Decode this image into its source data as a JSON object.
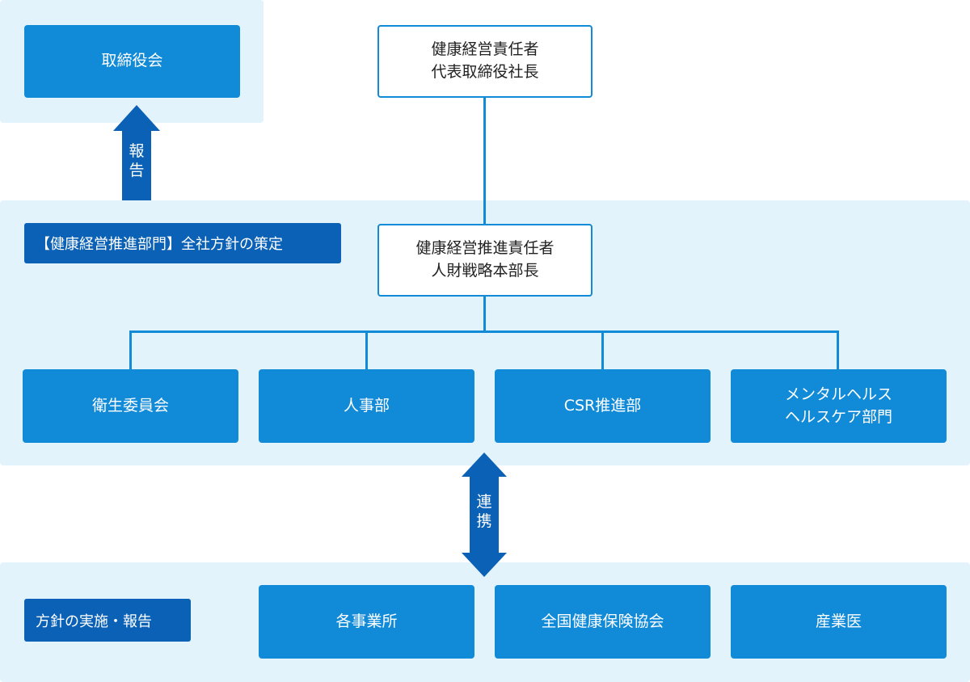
{
  "colors": {
    "panel": "#e3f3fb",
    "box": "#118ad8",
    "tag": "#0b61b5",
    "arrow": "#0b61b5",
    "line": "#118ad8"
  },
  "top": {
    "board": "取締役会",
    "chief": "健康経営責任者\n代表取締役社長"
  },
  "report_arrow": "報\n告",
  "middle": {
    "tag": "【健康経営推進部門】全社方針の策定",
    "promoter": "健康経営推進責任者\n人財戦略本部長",
    "departments": [
      "衛生委員会",
      "人事部",
      "CSR推進部",
      "メンタルヘルス\nヘルスケア部門"
    ]
  },
  "link_arrow": "連\n携",
  "bottom": {
    "tag": "方針の実施・報告",
    "units": [
      "各事業所",
      "全国健康保険協会",
      "産業医"
    ]
  }
}
